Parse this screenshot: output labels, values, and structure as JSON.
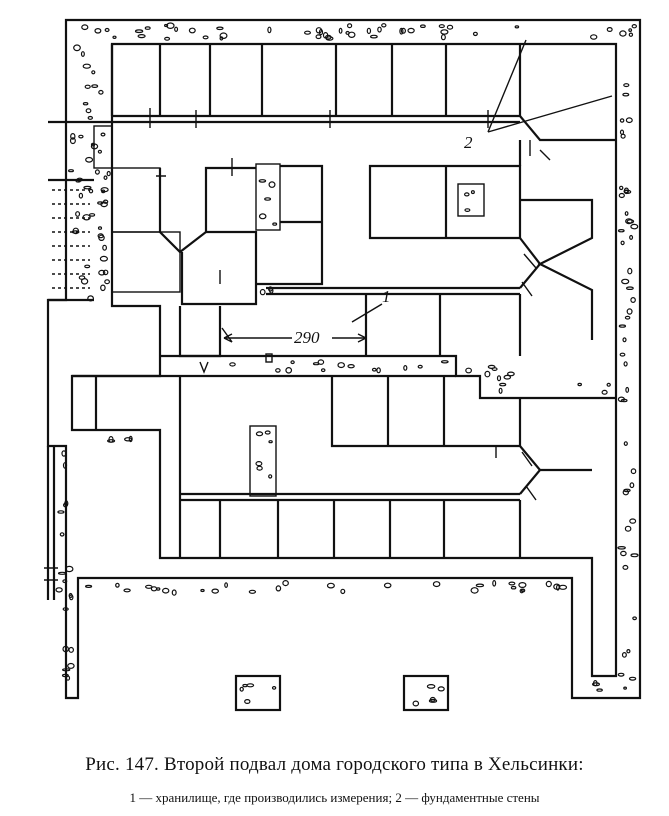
{
  "figure": {
    "caption_title": "Рис. 147. Второй подвал дома городского типа в Хельсинки:",
    "caption_legend": "1 — хранилище, где производились измерения; 2 — фундаментные стены"
  },
  "plan": {
    "labels": {
      "dimension": "290",
      "marker_1": "1",
      "marker_2": "2"
    },
    "colors": {
      "ink": "#111111",
      "paper": "#ffffff"
    }
  }
}
